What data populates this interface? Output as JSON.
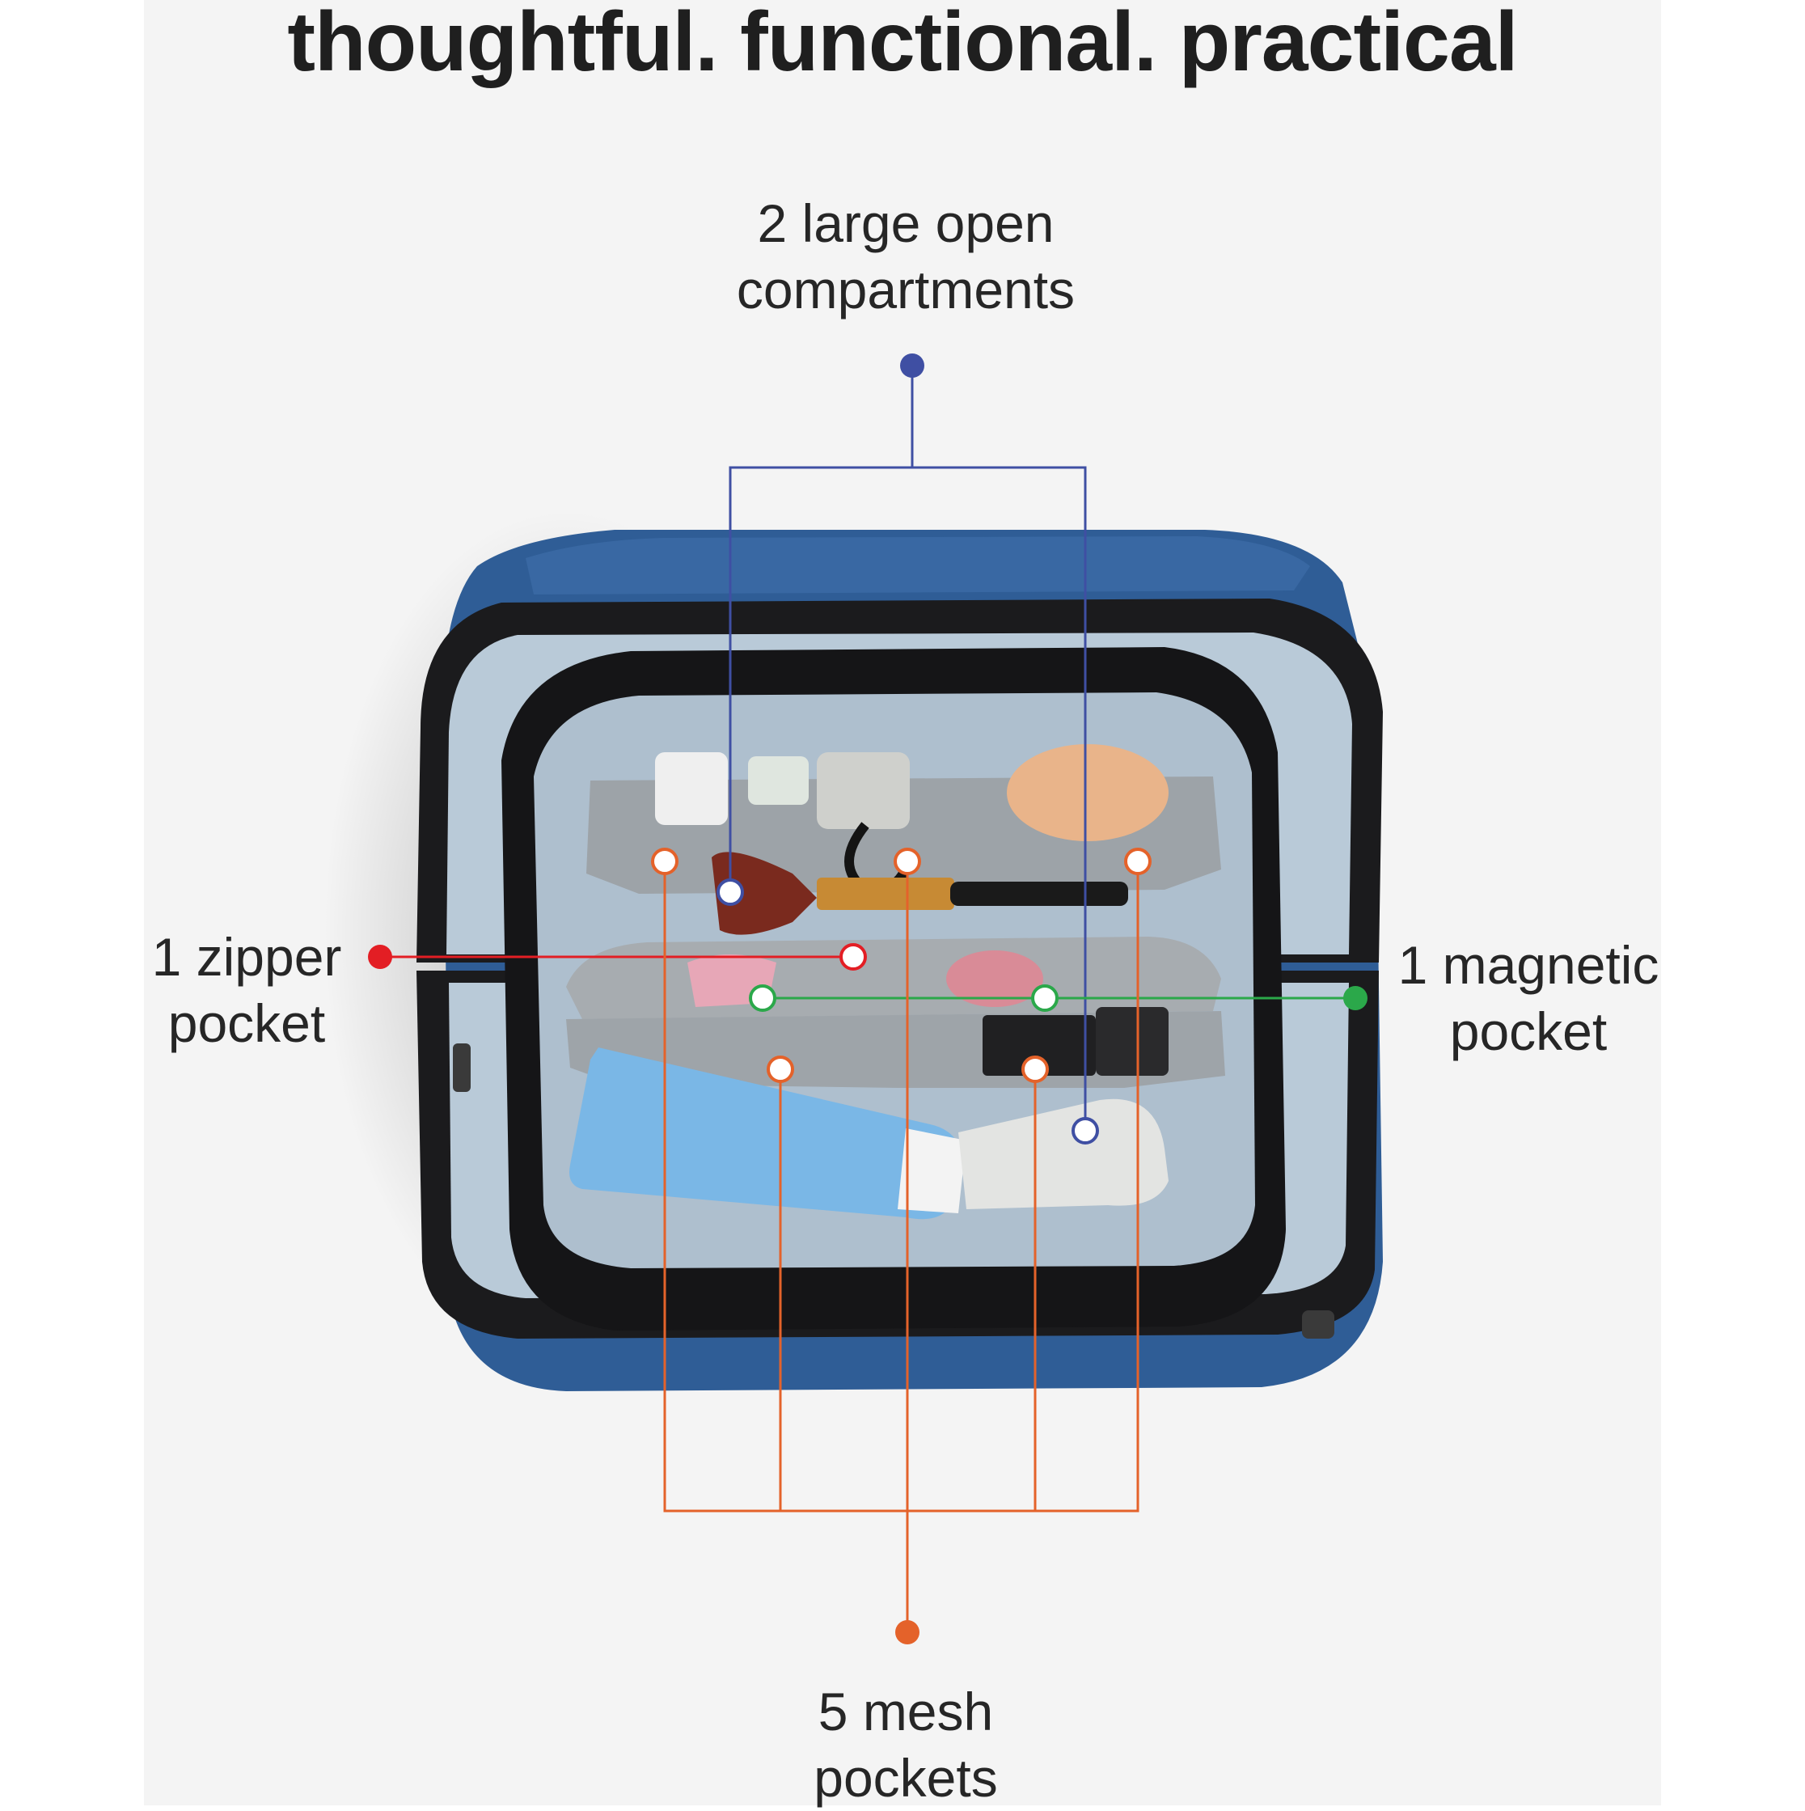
{
  "headline": "thoughtful. functional. practical",
  "callouts": {
    "top": {
      "line1": "2 large open",
      "line2": "compartments",
      "color": "#3f4fa3"
    },
    "left": {
      "line1": "1 zipper",
      "line2": "pocket",
      "color": "#e31e24"
    },
    "right": {
      "line1": "1 magnetic",
      "line2": "pocket",
      "color": "#2ba84a"
    },
    "bottom": {
      "line1": "5 mesh",
      "line2": "pockets",
      "color": "#e4622a"
    }
  },
  "product": {
    "bag_color": "#2f5d96",
    "trim_color": "#1b1b1d",
    "lining_color": "#b9cad8",
    "mesh_color": "#9da3a8"
  }
}
